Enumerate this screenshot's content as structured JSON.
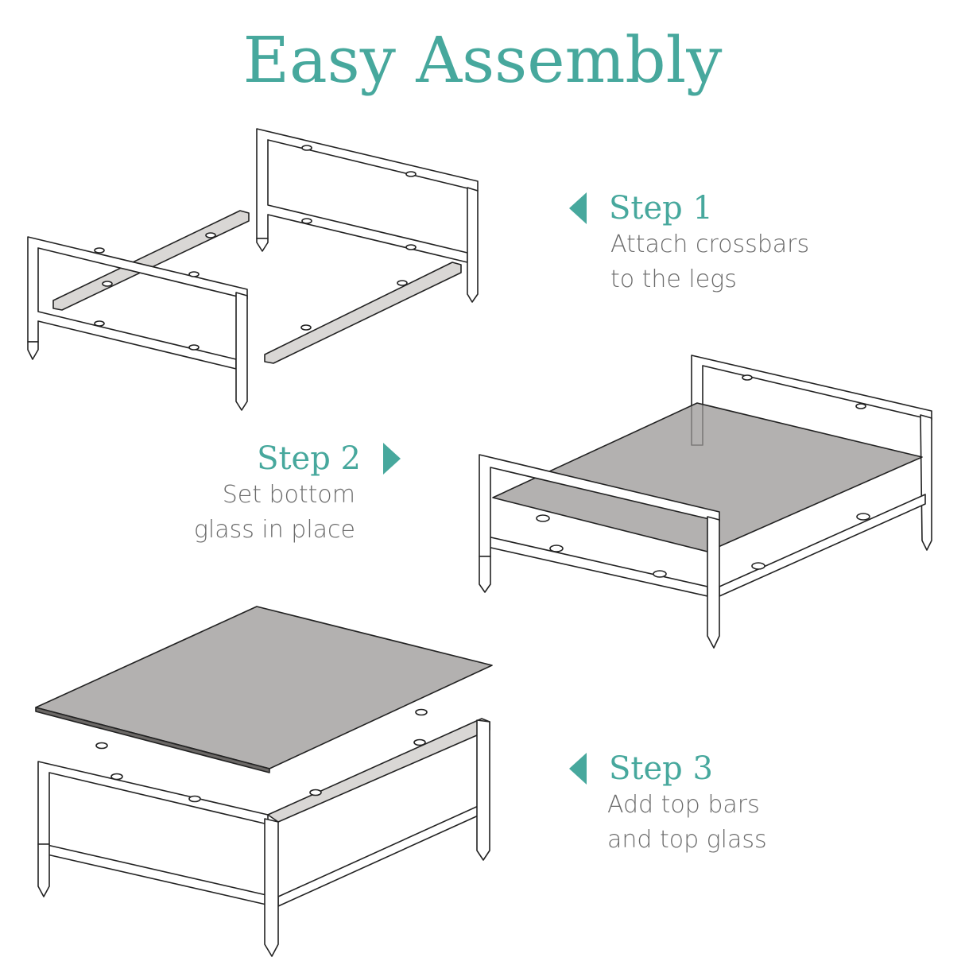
{
  "title": "Easy Assembly",
  "colors": {
    "accent": "#47a89d",
    "body_text": "#6b6b6b",
    "glass": "#9a9795",
    "line": "#222222"
  },
  "steps": [
    {
      "title": "Step 1",
      "line1": "Attach crossbars",
      "line2": "to the legs",
      "arrow": "left-triangle-icon"
    },
    {
      "title": "Step 2",
      "line1": "Set bottom",
      "line2": "glass in place",
      "arrow": "right-triangle-icon"
    },
    {
      "title": "Step 3",
      "line1": "Add top bars",
      "line2": "and top glass",
      "arrow": "left-triangle-icon"
    }
  ],
  "illustrations": [
    {
      "name": "step1-frame-parts",
      "description": "Two leg frames with two crossbars"
    },
    {
      "name": "step2-bottom-glass",
      "description": "Frame with bottom glass shelf"
    },
    {
      "name": "step3-top-glass",
      "description": "Frame with top bars and top glass panel"
    }
  ]
}
